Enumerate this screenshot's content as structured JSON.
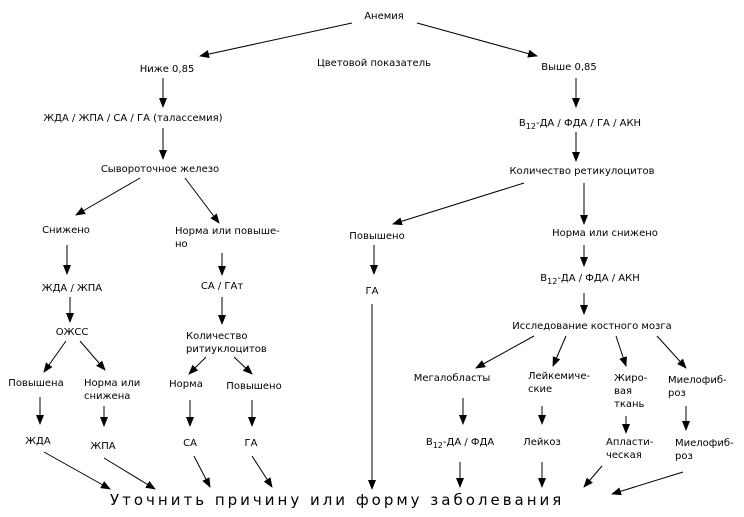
{
  "nodes": {
    "root": "Анемия",
    "color_index": "Цветовой показатель",
    "below": "Ниже 0,85",
    "above": "Выше 0,85",
    "left_group": "ЖДА / ЖПА / СА / ГА (талассемия)",
    "right_group_sub": "12",
    "right_group_rest": "-ДА / ФДА / ГА / АКН",
    "serum_iron": "Сывороточное железо",
    "reticulocytes": "Количество ретикулоцитов",
    "reduced": "Снижено",
    "normal_or_high": "Норма или повыше-\nно",
    "increased": "Повышено",
    "normal_or_reduced": "Норма или снижено",
    "zhda_zhpa": "ЖДА / ЖПА",
    "sa_gat": "СА / ГАт",
    "ga_mid": "ГА",
    "b12_group_sub": "12",
    "b12_group_rest": "-ДА / ФДА / АКН",
    "ozhss": "ОЖСС",
    "retic_count_left": "Количество\nритиуклоцитов",
    "marrow": "Исследование костного мозга",
    "increased_f": "Повышена",
    "normal_or_reduced_f": "Норма или\nснижена",
    "norma": "Норма",
    "increased2": "Повышено",
    "megaloblasts": "Мегалобласты",
    "leukemic": "Лейкемиче-\nские",
    "fatty": "Жиро-\nвая\nткань",
    "myelofibrosis_top": "Миелофиб-\nроз",
    "zhda": "ЖДА",
    "zhpa": "ЖПА",
    "sa": "СА",
    "ga_left": "ГА",
    "b12_fda_sub": "12",
    "b12_fda_rest": "-ДА / ФДА",
    "leukosis": "Лейкоз",
    "aplastic": "Апласти-\nческая",
    "myelofibrosis_bottom": "Миелофиб-\nроз",
    "final": "Уточнить причину или форму заболевания"
  }
}
